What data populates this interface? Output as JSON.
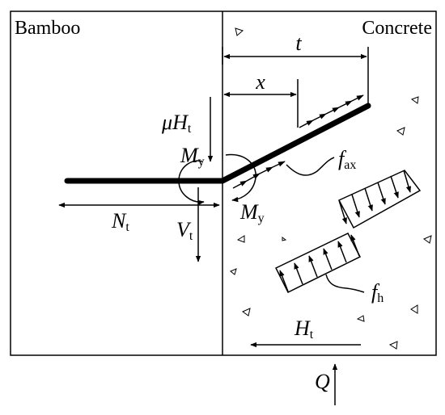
{
  "materials": {
    "left": "Bamboo",
    "right": "Concrete"
  },
  "labels": {
    "t": "t",
    "x": "x",
    "mu": "μ",
    "H": "H",
    "t_sub": "t",
    "M": "M",
    "y_sub": "y",
    "N": "N",
    "V": "V",
    "f": "f",
    "ax_sub": "ax",
    "h_sub": "h",
    "Q": "Q"
  },
  "colors": {
    "ink": "#000000",
    "background": "#ffffff"
  }
}
